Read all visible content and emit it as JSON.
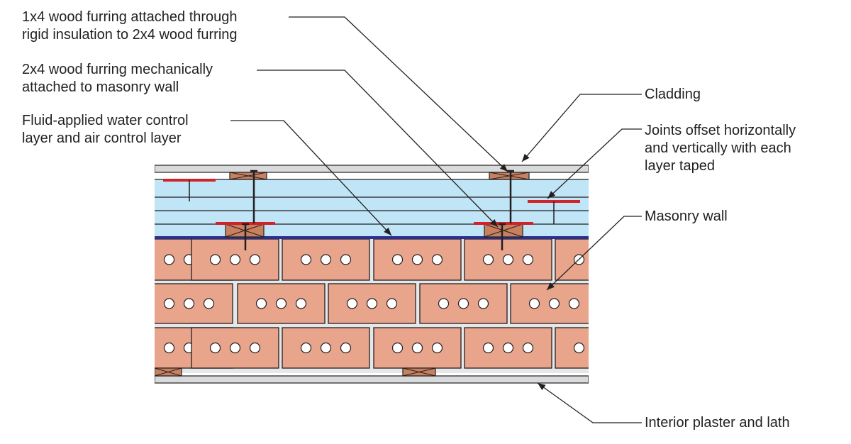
{
  "colors": {
    "brick": "#e9a58c",
    "brick_stroke": "#231f20",
    "mortar": "#e6e7e8",
    "insulation": "#bfe5f6",
    "fluid_applied_layer": "#2b2f8f",
    "tape": "#d2232a",
    "wood": "#c8805f",
    "plaster": "#d9dadb",
    "leader": "#231f20"
  },
  "labels": {
    "furring_1x4": [
      "1x4 wood furring attached through",
      "rigid insulation to 2x4 wood furring"
    ],
    "furring_2x4": [
      "2x4 wood furring mechanically",
      "attached to masonry wall"
    ],
    "fluid_applied": [
      "Fluid-applied water control",
      "layer and air control layer"
    ],
    "cladding": [
      "Cladding"
    ],
    "joints_offset": [
      "Joints offset horizontally",
      "and vertically with each",
      "layer taped"
    ],
    "masonry_wall": [
      "Masonry wall"
    ],
    "interior_plaster": [
      "Interior plaster and lath"
    ]
  }
}
